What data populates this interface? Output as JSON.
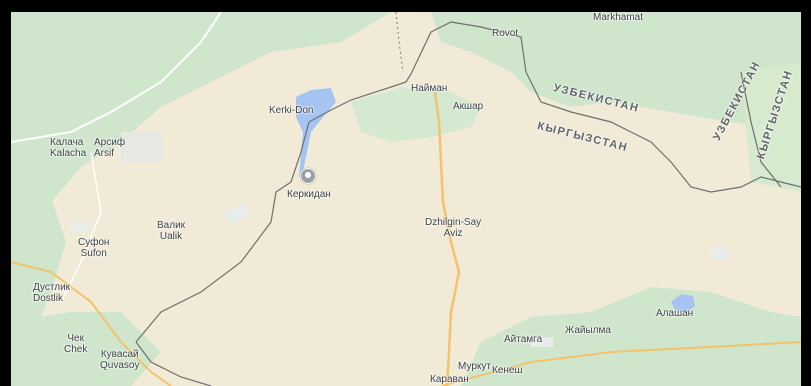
{
  "map": {
    "labels": {
      "markhamat": "Markhamat",
      "rovot": "Rovot",
      "kerki_don": "Kerki-Don",
      "nayman": "Найман",
      "akshar": "Акшар",
      "kalacha_cyr": "Калача",
      "kalacha_lat": "Kalacha",
      "arsif_cyr": "Арсиф",
      "arsif_lat": "Arsif",
      "kerkidan": "Керкидан",
      "valik_cyr": "Валик",
      "valik_lat": "Ualik",
      "sufon_cyr": "Суфон",
      "sufon_lat": "Sufon",
      "dzhilgin_say": "Dzhilgin-Say",
      "aviz": "Aviz",
      "dustlik_cyr": "Дустлик",
      "dustlik_lat": "Dostlik",
      "chek_cyr": "Чек",
      "chek_lat": "Chek",
      "kuvasay_cyr": "Кувасай",
      "kuvasay_lat": "Quvasoy",
      "alashan": "Алашан",
      "zhaiylma": "Жайылма",
      "aitamga": "Айтамга",
      "murkut": "Муркут",
      "kenesh": "Кенеш",
      "karavan": "Караван"
    },
    "countries": {
      "uzbekistan_1": "УЗБЕКИСТАН",
      "kyrgyzstan_1": "КЫРГЫЗСТАН",
      "uzbekistan_2": "УЗБЕКИСТАН",
      "kyrgyzstan_2": "КЫРГЫЗСТАН"
    },
    "colors": {
      "land": "#f1ead6",
      "vegetation": "#cde6cb",
      "water": "#a6c4f2",
      "road_major": "#f5c76b",
      "border": "#6f6f6f"
    }
  }
}
